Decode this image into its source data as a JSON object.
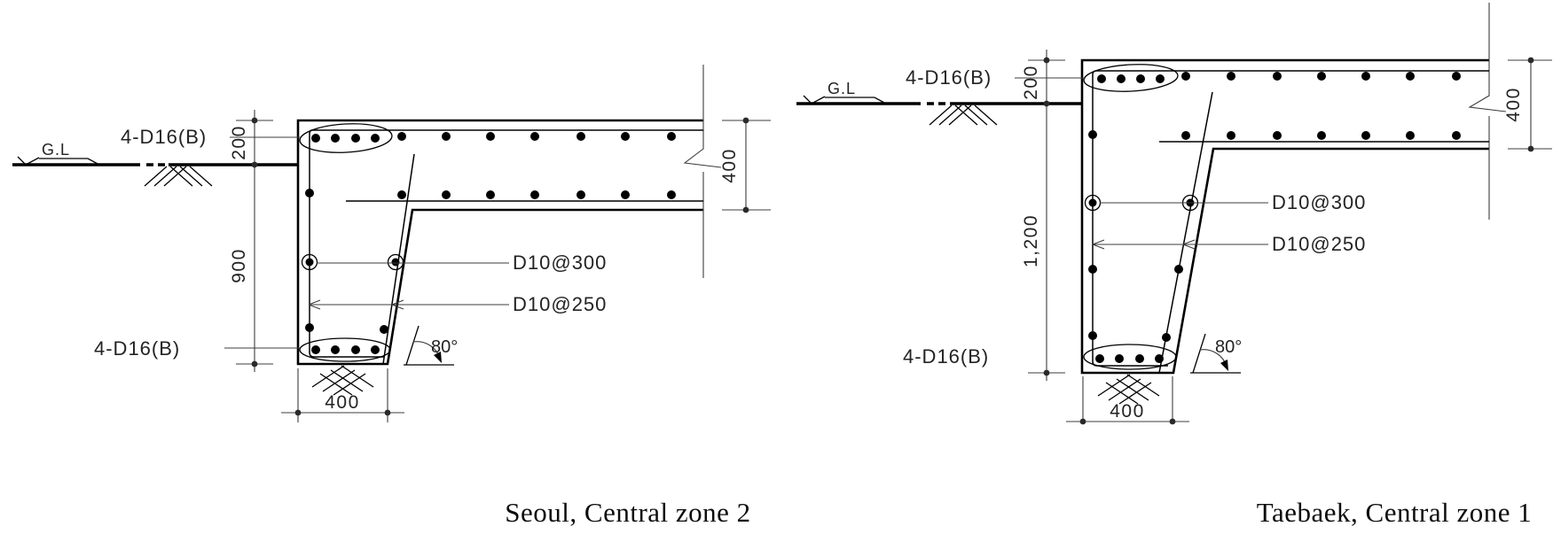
{
  "figure": {
    "background": "#ffffff",
    "ink": "#000000",
    "dim_ink": "#3d3d3d",
    "diagrams": {
      "left": {
        "caption": "Seoul, Central zone 2",
        "ground_level_label": "G.L",
        "top_main_bars_label": "4-D16(B)",
        "bottom_main_bars_label": "4-D16(B)",
        "parapet_height_dim": "200",
        "stem_height_dim": "900",
        "slab_thickness_dim": "400",
        "stem_base_width_dim": "400",
        "horizontal_bars_label": "D10@300",
        "tie_bars_label": "D10@250",
        "batter_angle_label": "80°"
      },
      "right": {
        "caption": "Taebaek, Central zone 1",
        "ground_level_label": "G.L",
        "top_main_bars_label": "4-D16(B)",
        "bottom_main_bars_label": "4-D16(B)",
        "parapet_height_dim": "200",
        "stem_height_dim": "1,200",
        "slab_thickness_dim": "400",
        "stem_base_width_dim": "400",
        "horizontal_bars_label": "D10@300",
        "tie_bars_label": "D10@250",
        "batter_angle_label": "80°"
      }
    }
  }
}
